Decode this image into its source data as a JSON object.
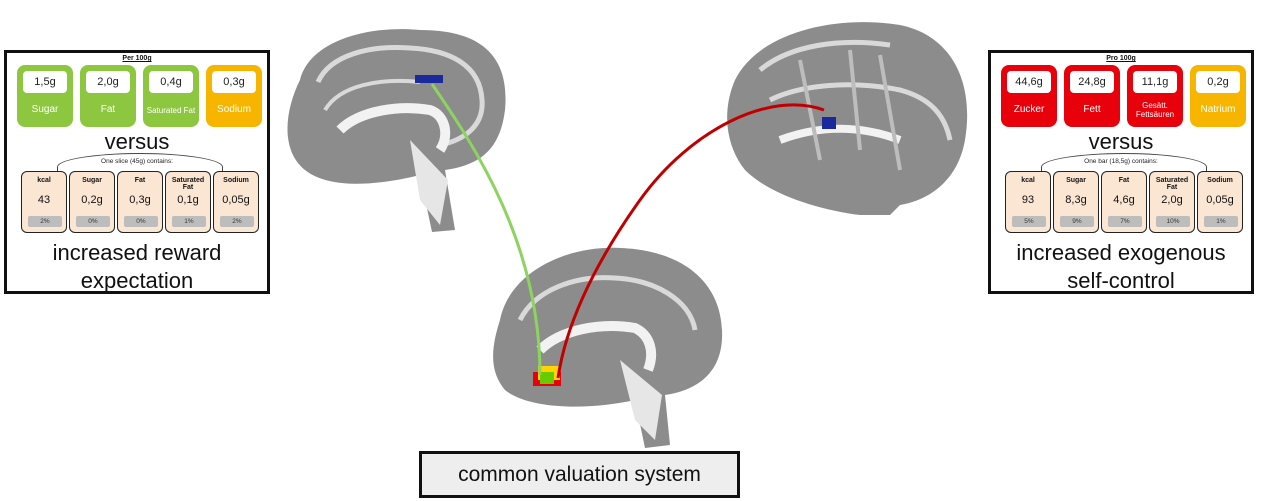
{
  "left_panel": {
    "header": "Per 100g",
    "tiles": [
      {
        "value": "1,5g",
        "name": "Sugar",
        "color": "#8dc63f"
      },
      {
        "value": "2,0g",
        "name": "Fat",
        "color": "#8dc63f"
      },
      {
        "value": "0,4g",
        "name": "Saturated Fat",
        "color": "#8dc63f"
      },
      {
        "value": "0,3g",
        "name": "Sodium",
        "color": "#f7b500"
      }
    ],
    "versus": "versus",
    "serving_label": "One slice (45g) contains:",
    "nutrients": [
      {
        "name": "kcal",
        "value": "43",
        "pct": "2%"
      },
      {
        "name": "Sugar",
        "value": "0,2g",
        "pct": "0%"
      },
      {
        "name": "Fat",
        "value": "0,3g",
        "pct": "0%"
      },
      {
        "name": "Saturated Fat",
        "value": "0,1g",
        "pct": "1%"
      },
      {
        "name": "Sodium",
        "value": "0,05g",
        "pct": "2%"
      }
    ],
    "caption_line1": "increased reward",
    "caption_line2": "expectation"
  },
  "right_panel": {
    "header": "Pro 100g",
    "tiles": [
      {
        "value": "44,6g",
        "name": "Zucker",
        "color": "#e8000b"
      },
      {
        "value": "24,8g",
        "name": "Fett",
        "color": "#e8000b"
      },
      {
        "value": "11,1g",
        "name": "Gesätt. Fettsäuren",
        "color": "#e8000b"
      },
      {
        "value": "0,2g",
        "name": "Natrium",
        "color": "#f7b500"
      }
    ],
    "versus": "versus",
    "serving_label": "One bar (18,5g) contains:",
    "nutrients": [
      {
        "name": "kcal",
        "value": "93",
        "pct": "5%"
      },
      {
        "name": "Sugar",
        "value": "8,3g",
        "pct": "9%"
      },
      {
        "name": "Fat",
        "value": "4,6g",
        "pct": "7%"
      },
      {
        "name": "Saturated Fat",
        "value": "2,0g",
        "pct": "10%"
      },
      {
        "name": "Sodium",
        "value": "0,05g",
        "pct": "1%"
      }
    ],
    "caption_line1": "increased exogenous",
    "caption_line2": "self-control"
  },
  "bottom_label": "common valuation system",
  "connectors": {
    "reward_color": "#8dd35f",
    "control_color": "#c00000"
  },
  "brain_colors": {
    "cortex": "#8c8c8c",
    "gyri": "#d9d9d9",
    "stem": "#e6e6e6",
    "roi": "#1a2a9c"
  }
}
